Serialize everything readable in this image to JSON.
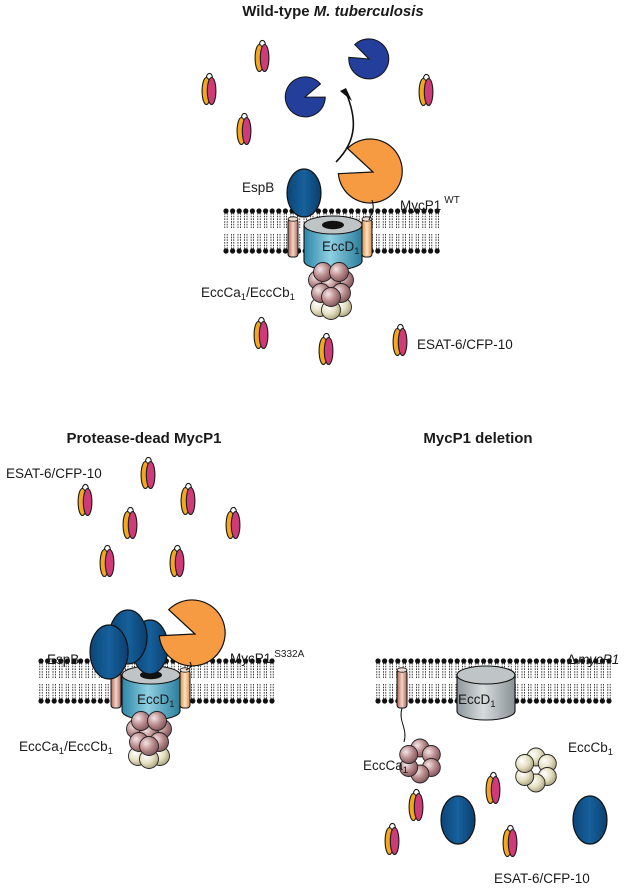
{
  "panels": {
    "wild_type": {
      "title": "Wild-type ",
      "title_italic": "M. tuberculosis",
      "labels": {
        "espb": "EspB",
        "mycp1": "MycP1",
        "mycp1_sup": "WT",
        "eccd": "EccD",
        "eccd_sub": "1",
        "ecca": "EccCa",
        "ecca_sub": "1",
        "slash_eccb": "/EccCb",
        "eccb_sub": "1",
        "esat": "ESAT-6/CFP-10"
      }
    },
    "protease_dead": {
      "title": "Protease-dead MycP1",
      "labels": {
        "esat": "ESAT-6/CFP-10",
        "espb": "EspB",
        "mycp1": "MycP1",
        "mycp1_sup": "S332A",
        "eccd": "EccD",
        "eccd_sub": "1",
        "ecca": "EccCa",
        "ecca_sub": "1",
        "slash_eccb": "/EccCb",
        "eccb_sub": "1"
      }
    },
    "deletion": {
      "title": "MycP1 deletion",
      "labels": {
        "delta": "Δ",
        "mycp1_italic": "mycP1",
        "eccd": "EccD",
        "eccd_sub": "1",
        "ecca": "EccCa",
        "ecca_sub": "1",
        "eccb": "EccCb",
        "eccb_sub": "1",
        "esat": "ESAT-6/CFP-10"
      }
    }
  },
  "colors": {
    "esat6": "#f2a71c",
    "cfp10": "#cf3a78",
    "espb": "#0d4f86",
    "mycp1": "#f79b42",
    "cleaved_espb": "#233f9b",
    "eccd_top": "#8fd0e2",
    "eccd_side": "#3ea0bf",
    "eccca": "#b88a8a",
    "ecccb": "#e6e0c2",
    "membrane": "#111111"
  }
}
